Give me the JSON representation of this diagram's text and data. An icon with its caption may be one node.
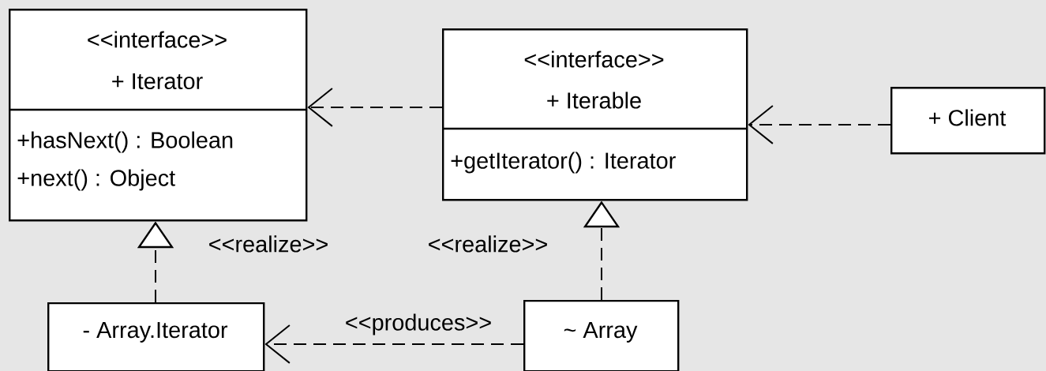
{
  "diagram": {
    "nodes": [
      {
        "text": [
          "<<interface>>",
          "+ Iterator",
          "+hasNext() : Boolean",
          "+next() : Object"
        ]
      },
      {
        "text": [
          "<<interface>>",
          "+ Iterable",
          "+getIterator() : Iterator"
        ]
      },
      {
        "text": [
          "+ Client"
        ]
      },
      {
        "text": [
          "- Array.Iterator"
        ]
      },
      {
        "text": [
          "~ Array"
        ]
      }
    ],
    "edges": [
      {
        "from": 1,
        "to": 0,
        "arrow": "to",
        "style": "dashed"
      },
      {
        "from": 2,
        "to": 1,
        "arrow": "to",
        "style": "dashed"
      },
      {
        "from": 3,
        "to": 0,
        "arrow": "to",
        "style": "dashed",
        "label": "<<realize>>"
      },
      {
        "from": 4,
        "to": 1,
        "arrow": "to",
        "style": "dashed",
        "label": "<<realize>>"
      },
      {
        "from": 4,
        "to": 3,
        "arrow": "to",
        "style": "dashed",
        "label": "<<produces>>"
      }
    ]
  }
}
